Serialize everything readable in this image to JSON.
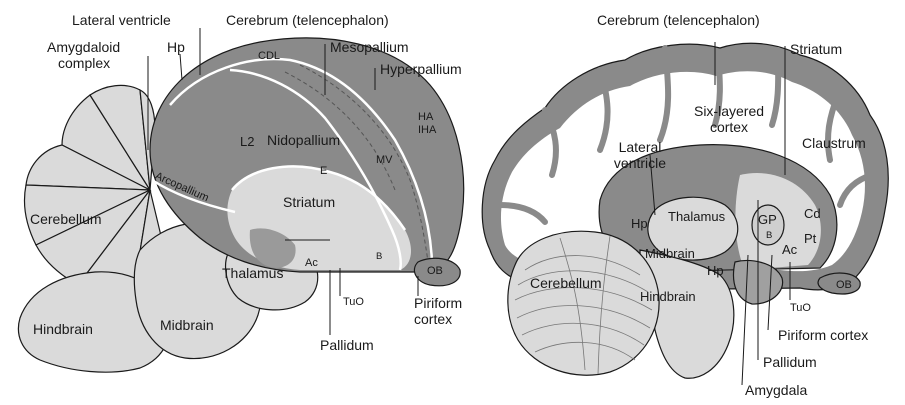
{
  "avian": {
    "lateral_ventricle": "Lateral ventricle",
    "cerebrum": "Cerebrum (telencephalon)",
    "amygdaloid": "Amygdaloid",
    "complex": "complex",
    "hp": "Hp",
    "cdl": "CDL",
    "mesopallium": "Mesopallium",
    "hyperpallium": "Hyperpallium",
    "ha": "HA",
    "iha": "IHA",
    "l2": "L2",
    "nidopallium": "Nidopallium",
    "mv": "MV",
    "e": "E",
    "arcopallium": "Arcopallium",
    "striatum": "Striatum",
    "cerebellum": "Cerebellum",
    "thalamus": "Thalamus",
    "ac": "Ac",
    "b": "B",
    "ob": "OB",
    "tuo": "TuO",
    "piriform": "Piriform",
    "cortex": "cortex",
    "pallidum": "Pallidum",
    "hindbrain": "Hindbrain",
    "midbrain": "Midbrain"
  },
  "mammal": {
    "cerebrum": "Cerebrum (telencephalon)",
    "striatum": "Striatum",
    "six_layered": "Six-layered",
    "cortex": "cortex",
    "lateral": "Lateral",
    "ventricle": "ventricle",
    "claustrum": "Claustrum",
    "thalamus": "Thalamus",
    "hp_upper": "Hp",
    "gp": "GP",
    "cd": "Cd",
    "b": "B",
    "pt": "Pt",
    "ac": "Ac",
    "midbrain": "Midbrain",
    "hp_lower": "Hp",
    "cerebellum": "Cerebellum",
    "hindbrain": "Hindbrain",
    "ob": "OB",
    "tuo": "TuO",
    "piriform_cortex": "Piriform cortex",
    "pallidum": "Pallidum",
    "amygdala": "Amygdala"
  },
  "colors": {
    "pallium_dark": "#8a8a8a",
    "region_light": "#dadada",
    "outline": "#1a1a1a",
    "white_matter": "#ffffff"
  }
}
